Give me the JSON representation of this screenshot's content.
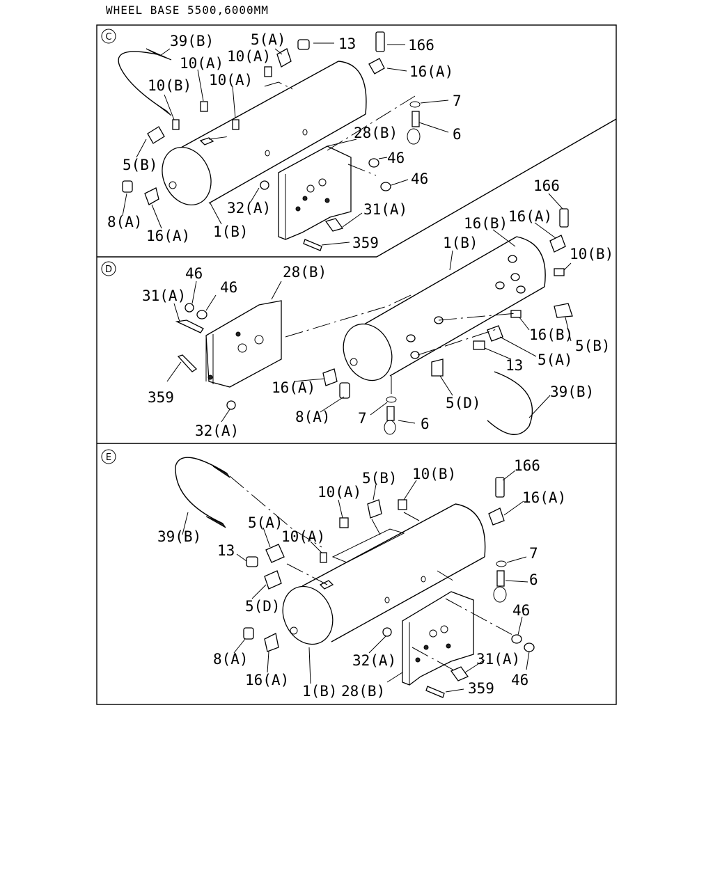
{
  "header": {
    "title": "WHEEL BASE 5500,6000MM"
  },
  "sections": [
    {
      "id": "C",
      "labels": [
        "39(B)",
        "5(A)",
        "13",
        "166",
        "10(A)",
        "10(A)",
        "16(A)",
        "10(B)",
        "10(A)",
        "7",
        "6",
        "28(B)",
        "5(B)",
        "46",
        "46",
        "8(A)",
        "32(A)",
        "31(A)",
        "16(A)",
        "1(B)",
        "359"
      ]
    },
    {
      "id": "D",
      "labels": [
        "166",
        "16(B)",
        "16(A)",
        "1(B)",
        "10(B)",
        "46",
        "28(B)",
        "46",
        "31(A)",
        "16(B)",
        "5(B)",
        "13",
        "5(A)",
        "359",
        "16(A)",
        "5(D)",
        "39(B)",
        "8(A)",
        "7",
        "6",
        "32(A)"
      ]
    },
    {
      "id": "E",
      "labels": [
        "166",
        "5(B)",
        "10(B)",
        "10(A)",
        "16(A)",
        "5(A)",
        "39(B)",
        "10(A)",
        "13",
        "7",
        "6",
        "5(D)",
        "46",
        "8(A)",
        "32(A)",
        "31(A)",
        "16(A)",
        "46",
        "1(B)",
        "28(B)",
        "359"
      ]
    }
  ]
}
